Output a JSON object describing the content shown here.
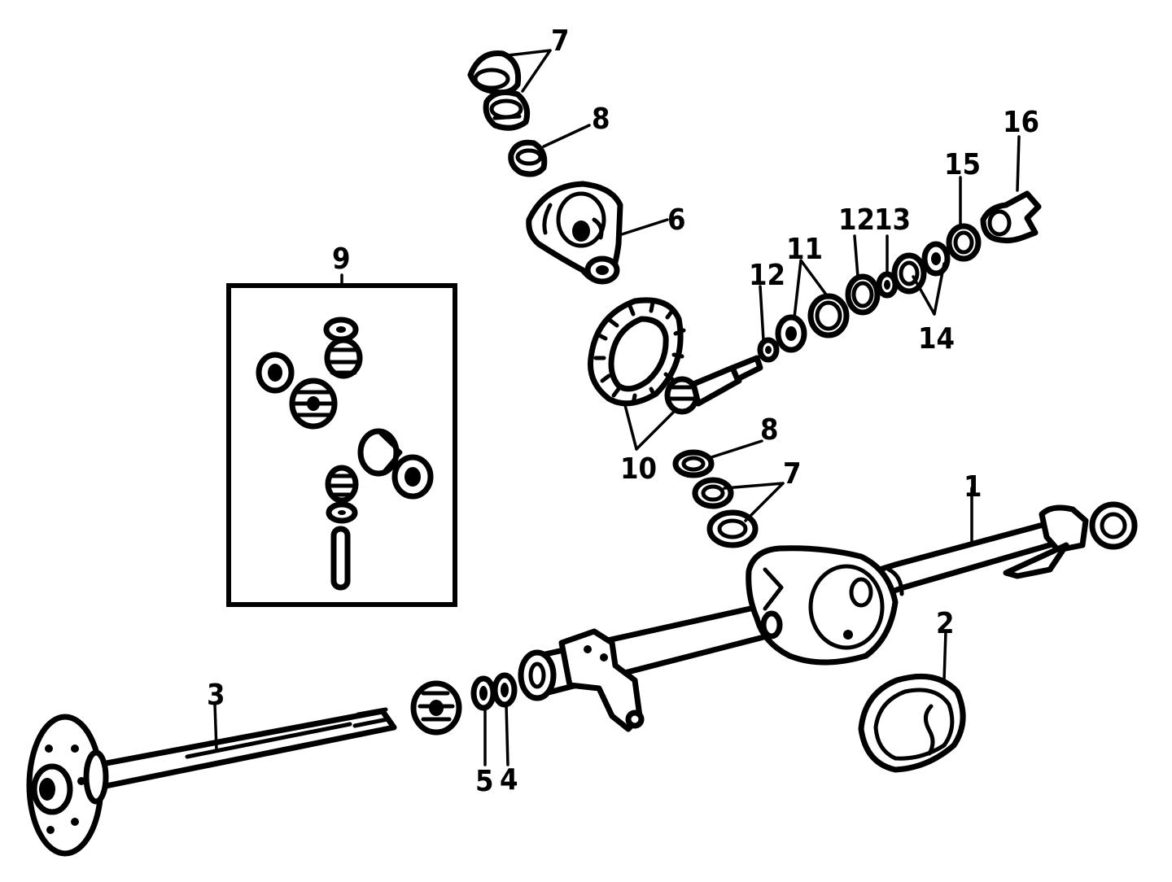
{
  "diagram": {
    "type": "exploded parts diagram",
    "callouts": [
      "1",
      "2",
      "3",
      "4",
      "5",
      "6",
      "7",
      "7",
      "8",
      "8",
      "9",
      "10",
      "11",
      "12",
      "12",
      "13",
      "14",
      "15",
      "16"
    ]
  }
}
